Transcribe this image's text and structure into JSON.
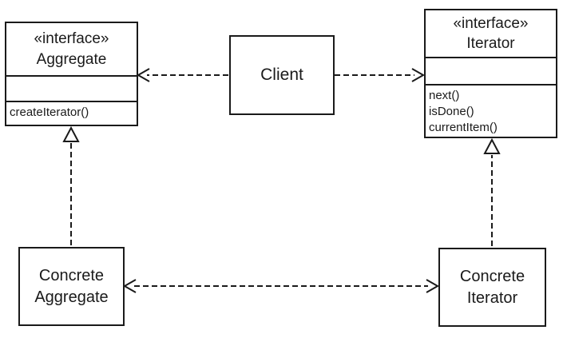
{
  "diagram": {
    "kind": "uml-class-diagram",
    "pattern_name": "Iterator",
    "classes": {
      "aggregate": {
        "stereotype": "«interface»",
        "name": "Aggregate",
        "attributes": "",
        "methods": [
          "createIterator()"
        ]
      },
      "client": {
        "name": "Client"
      },
      "iterator": {
        "stereotype": "«interface»",
        "name": "Iterator",
        "attributes": "",
        "methods": [
          "next()",
          "isDone()",
          "currentItem()"
        ]
      },
      "concrete_aggregate": {
        "name": "Concrete\nAggregate"
      },
      "concrete_iterator": {
        "name": "Concrete\nIterator"
      }
    },
    "relationships": [
      {
        "from": "Client",
        "to": "Aggregate",
        "type": "dashed-dependency",
        "arrowhead": "open"
      },
      {
        "from": "Client",
        "to": "Iterator",
        "type": "dashed-dependency",
        "arrowhead": "open"
      },
      {
        "from": "ConcreteAggregate",
        "to": "Aggregate",
        "type": "realization",
        "arrowhead": "hollow-triangle"
      },
      {
        "from": "ConcreteIterator",
        "to": "Iterator",
        "type": "realization",
        "arrowhead": "hollow-triangle"
      },
      {
        "from": "ConcreteAggregate",
        "to": "ConcreteIterator",
        "type": "dashed-dependency-bidirectional",
        "arrowhead": "open-both-ends"
      }
    ],
    "colors": {
      "line": "#1a1a1a",
      "background": "#ffffff",
      "box_fill": "#ffffff",
      "text": "#1a1a1a"
    }
  }
}
